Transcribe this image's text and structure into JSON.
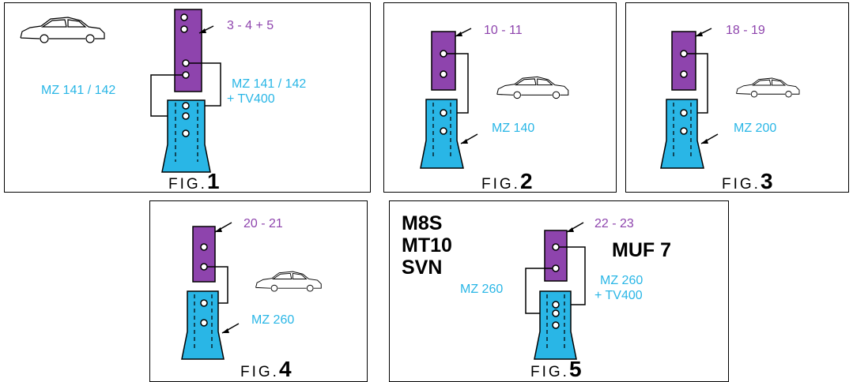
{
  "figures": [
    {
      "id": "fig1",
      "fig_text": "FIG.",
      "fig_num": "1",
      "purple_label": "3 - 4 + 5",
      "blue_left": "MZ 141 / 142",
      "blue_right_1": "MZ 141 / 142",
      "blue_right_2": "+ TV400"
    },
    {
      "id": "fig2",
      "fig_text": "FIG.",
      "fig_num": "2",
      "purple_label": "10 - 11",
      "blue_label": "MZ 140"
    },
    {
      "id": "fig3",
      "fig_text": "FIG.",
      "fig_num": "3",
      "purple_label": "18 - 19",
      "blue_label": "MZ 200"
    },
    {
      "id": "fig4",
      "fig_text": "FIG.",
      "fig_num": "4",
      "purple_label": "20 - 21",
      "blue_label": "MZ 260"
    },
    {
      "id": "fig5",
      "fig_text": "FIG.",
      "fig_num": "5",
      "purple_label": "22 - 23",
      "blue_left": "MZ 260",
      "blue_right_1": "MZ 260",
      "blue_right_2": "+ TV400",
      "engine_codes": [
        "M8S",
        "MT10",
        "SVN"
      ],
      "gearbox": "MUF 7"
    }
  ],
  "colors": {
    "purple_fill": "#8e44ad",
    "blue_fill": "#29b6e6",
    "purple_text": "#8e44ad",
    "blue_text": "#29b6e6"
  },
  "icons": [
    "car-side-icon"
  ]
}
